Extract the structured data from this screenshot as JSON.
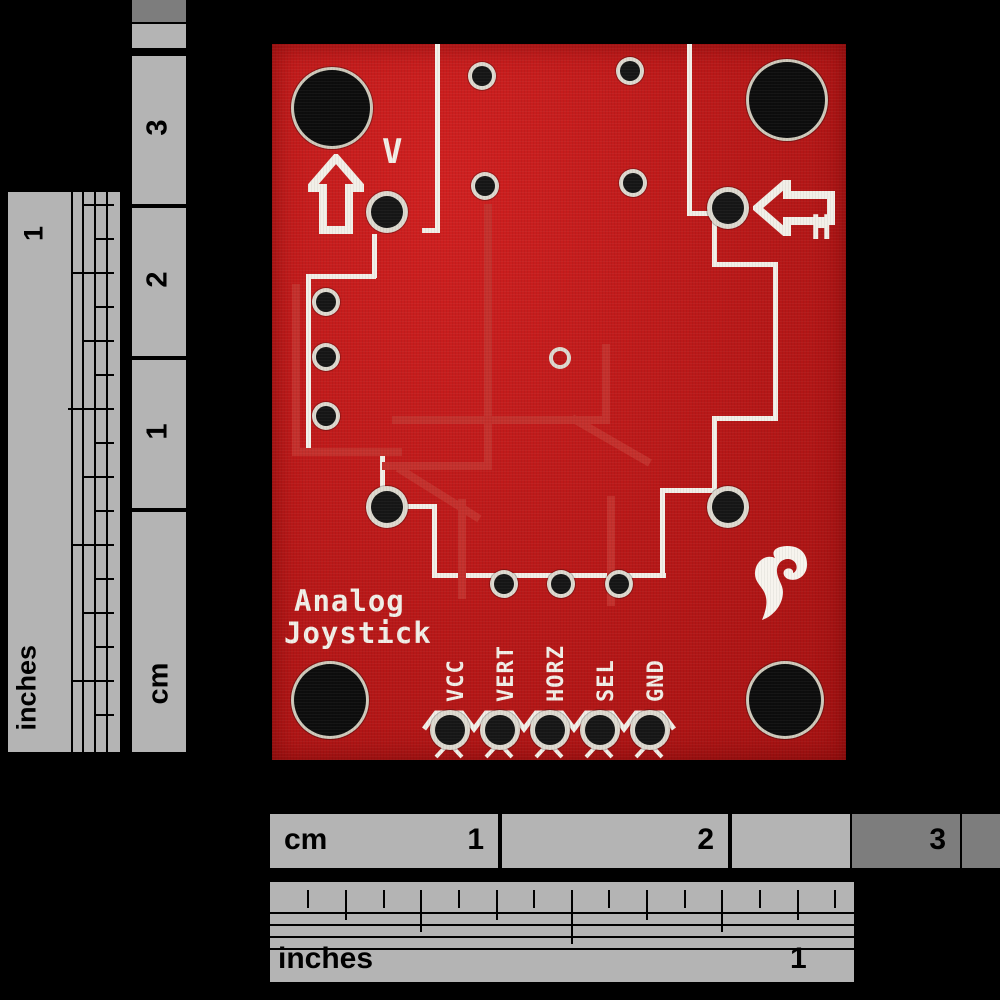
{
  "scene": {
    "background_color": "#000000",
    "subject": "SparkFun Analog Joystick breakout PCB photographed on black background with measurement rulers"
  },
  "rulers": {
    "left_cm": {
      "unit_label": "cm",
      "ticks": [
        "1",
        "2",
        "3"
      ],
      "orientation": "vertical",
      "fill_color": "#b4b4b4",
      "highlight_color": "#7d7d7d"
    },
    "left_inches": {
      "unit_label": "inches",
      "ticks": [
        "1"
      ],
      "orientation": "vertical",
      "fill_color": "#b4b4b4"
    },
    "bottom_cm": {
      "unit_label": "cm",
      "ticks": [
        "1",
        "2",
        "3"
      ],
      "orientation": "horizontal",
      "fill_color": "#b4b4b4",
      "highlight_color": "#7d7d7d"
    },
    "bottom_inches": {
      "unit_label": "inches",
      "ticks": [
        "1"
      ],
      "orientation": "horizontal",
      "fill_color": "#b4b4b4"
    }
  },
  "board": {
    "color": "#bb1818",
    "silkscreen_color": "#f2efe8",
    "title_line1": "Analog",
    "title_line2": "Joystick",
    "logo_name": "sparkfun-flame-logo",
    "axis_markers": [
      {
        "name": "vertical-axis-marker",
        "letter": "V",
        "arrow": "up-arrow-icon"
      },
      {
        "name": "horizontal-axis-marker",
        "letter": "H",
        "arrow": "left-arrow-icon"
      }
    ],
    "pin_labels": [
      "VCC",
      "VERT",
      "HORZ",
      "SEL",
      "GND"
    ],
    "mounting_holes": 4,
    "header_pin_count": 5
  }
}
